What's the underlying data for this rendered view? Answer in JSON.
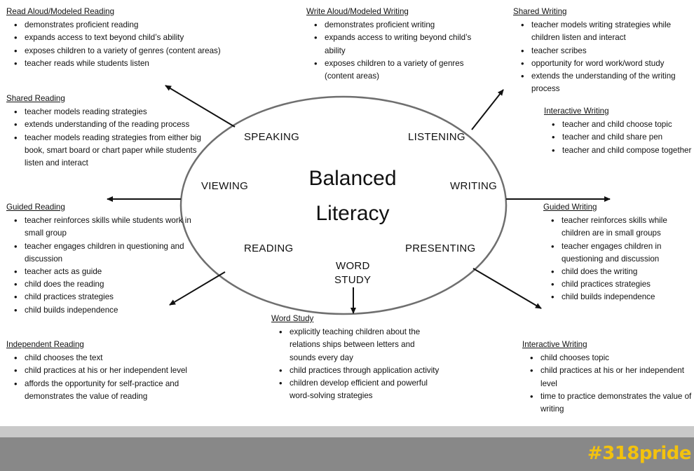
{
  "center": {
    "line1": "Balanced",
    "line2": "Literacy"
  },
  "ring_labels": {
    "speaking": "SPEAKING",
    "listening": "LISTENING",
    "viewing": "VIEWING",
    "writing": "WRITING",
    "reading": "READING",
    "presenting": "PRESENTING",
    "word_study_1": "WORD",
    "word_study_2": "STUDY"
  },
  "blocks": {
    "read_aloud": {
      "heading": "Read Aloud/Modeled Reading",
      "items": [
        "demonstrates proficient reading",
        "expands access to text beyond child’s ability",
        "exposes children to a variety of genres (content areas)",
        "teacher reads while students listen"
      ]
    },
    "write_aloud": {
      "heading": "Write Aloud/Modeled Writing",
      "items": [
        "demonstrates proficient writing",
        "expands access to writing beyond child’s ability",
        "exposes children to a variety of genres (content areas)"
      ]
    },
    "shared_writing": {
      "heading": "Shared Writing",
      "items": [
        "teacher models writing strategies while children listen and interact",
        "teacher scribes",
        "opportunity for word work/word study",
        "extends the understanding of the writing process"
      ]
    },
    "shared_reading": {
      "heading": "Shared Reading",
      "items": [
        "teacher models reading strategies",
        "extends understanding of the reading process",
        "teacher models reading strategies from either big book,  smart board or chart paper while students listen and interact"
      ]
    },
    "interactive_writing_1": {
      "heading": "Interactive Writing",
      "items": [
        "teacher and child choose topic",
        "teacher and child share pen",
        "teacher and child compose together"
      ]
    },
    "guided_reading": {
      "heading": "Guided Reading",
      "items": [
        "teacher reinforces skills while students work in small group",
        "teacher engages children in questioning and discussion",
        "teacher acts as guide",
        "child does the reading",
        "child practices strategies",
        "child builds independence"
      ]
    },
    "guided_writing": {
      "heading": "Guided Writing",
      "items": [
        "teacher reinforces skills while children are in small groups",
        "teacher engages children in questioning and discussion",
        "child does the writing",
        "child practices strategies",
        "child builds independence"
      ]
    },
    "word_study": {
      "heading": "Word Study",
      "items": [
        "explicitly teaching children about the relations ships between letters and sounds every day",
        "child practices through application activity",
        "children develop efficient and powerful word-solving strategies"
      ]
    },
    "independent_reading": {
      "heading": "Independent Reading",
      "items": [
        "child chooses the text",
        "child practices at his or her independent level",
        "affords the opportunity for self-practice and demonstrates the value of reading"
      ]
    },
    "interactive_writing_2": {
      "heading": "Interactive Writing",
      "items": [
        "child chooses topic",
        "child practices at his or her independent level",
        "time to practice demonstrates the value of writing"
      ]
    }
  },
  "footer": {
    "hashtag": "#318pride",
    "band_color": "#888888",
    "hashtag_color": "#f3c20e"
  }
}
